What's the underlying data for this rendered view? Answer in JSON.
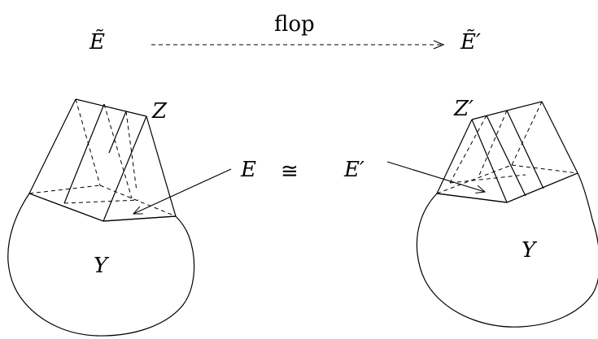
{
  "top_arrow": {
    "label": "flop",
    "source": "Ẽ",
    "target": "Ẽ′"
  },
  "left_figure": {
    "z_label": "Z",
    "y_label": "Y"
  },
  "right_figure": {
    "z_label": "Z′",
    "y_label": "Y"
  },
  "middle": {
    "e_label": "E",
    "relation": "≅",
    "e_prime_label": "E′"
  },
  "colors": {
    "ink": "#000000",
    "background": "#ffffff"
  }
}
